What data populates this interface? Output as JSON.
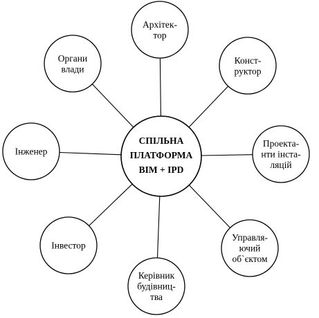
{
  "diagram": {
    "center": {
      "lines": [
        "СПІЛЬНА",
        "ПЛАТФОРМА",
        "BIM + IPD"
      ]
    },
    "nodes": [
      {
        "id": "architect",
        "lines": [
          "Архітек-",
          "тор"
        ]
      },
      {
        "id": "designer",
        "lines": [
          "Конст-",
          "руктор"
        ]
      },
      {
        "id": "installation-designers",
        "lines": [
          "Проекта-",
          "нти інста-",
          "ляцій"
        ]
      },
      {
        "id": "facility-manager",
        "lines": [
          "Управля-",
          "ючий",
          "об`єктом"
        ]
      },
      {
        "id": "construction-manager",
        "lines": [
          "Керівник",
          "будівниц-",
          "тва"
        ]
      },
      {
        "id": "investor",
        "lines": [
          "Інвестор"
        ]
      },
      {
        "id": "engineer",
        "lines": [
          "Інженер"
        ]
      },
      {
        "id": "authorities",
        "lines": [
          "Органи",
          "влади"
        ]
      }
    ],
    "colors": {
      "stroke": "#000000",
      "fill": "#ffffff"
    }
  }
}
